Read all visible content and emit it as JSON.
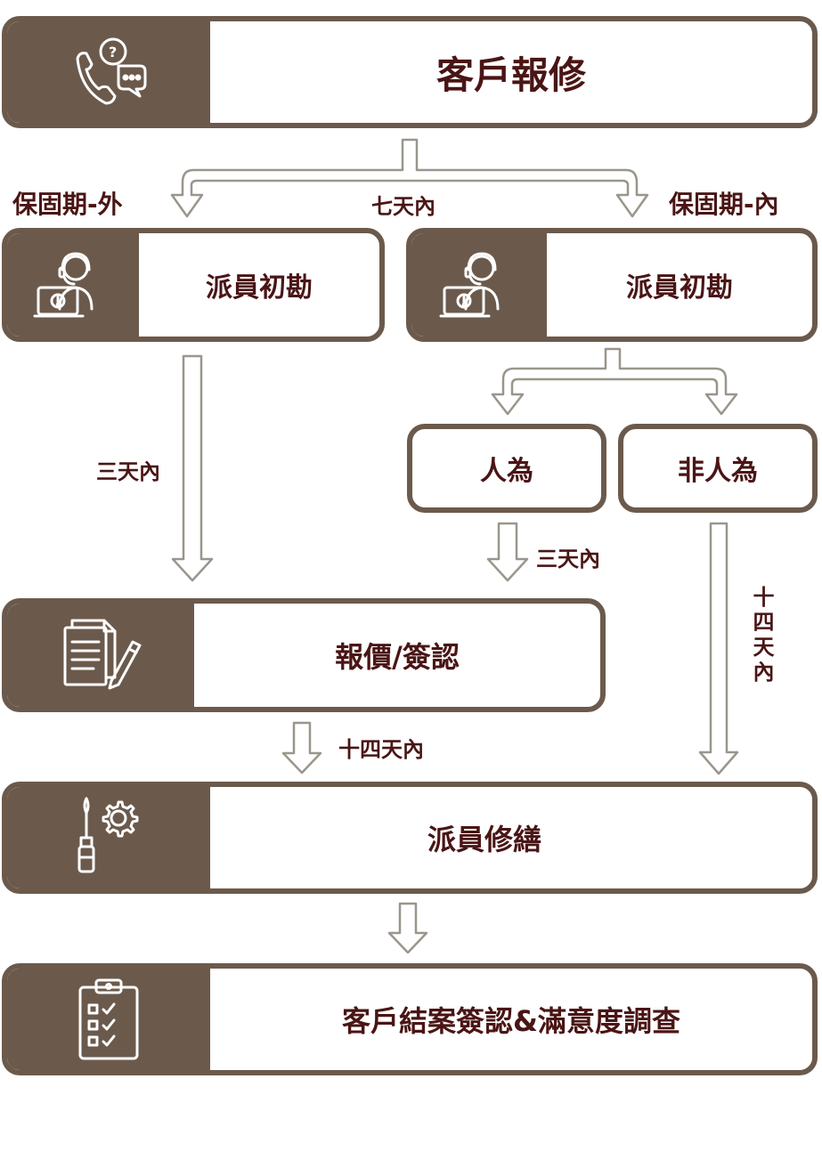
{
  "nodes": {
    "customer_report": "客戶報修",
    "inspection_left": "派員初勘",
    "inspection_right": "派員初勘",
    "human_caused": "人為",
    "non_human_caused": "非人為",
    "quote_sign": "報價/簽認",
    "repair": "派員修繕",
    "close_survey": "客戶結案簽認&滿意度調查"
  },
  "notes": {
    "warranty_out": "保固期-外",
    "warranty_in": "保固期-內",
    "seven_days": "七天內",
    "three_days_left": "三天內",
    "three_days_right": "三天內",
    "fourteen_days_mid": "十四天內",
    "fourteen_days_vertical": "十四天內"
  },
  "icons": {
    "customer_report": "phone-chat-icon",
    "inspection": "agent-headset-icon",
    "quote_sign": "document-pen-icon",
    "repair": "screwdriver-gear-icon",
    "close_survey": "clipboard-checklist-icon"
  },
  "colors": {
    "box_border": "#6b5a4c",
    "text": "#4a1515",
    "arrow_stroke": "#9a968c"
  }
}
